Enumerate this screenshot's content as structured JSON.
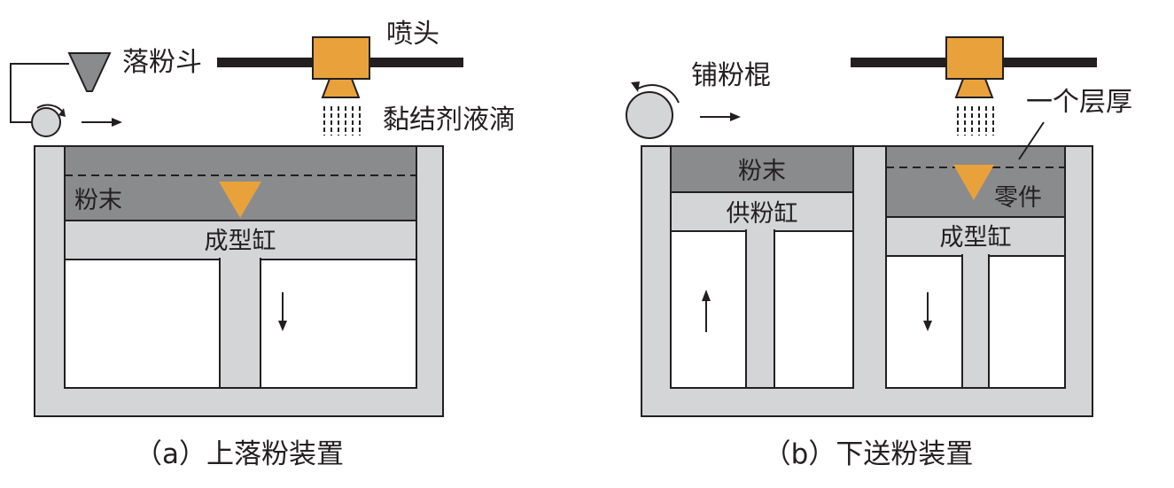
{
  "colors": {
    "powder": "#8a8b8d",
    "wall": "#d4d5d7",
    "outline": "#231f20",
    "nozzle": "#e9a23b",
    "background": "#ffffff"
  },
  "panel_a": {
    "hopper_label": "落粉斗",
    "nozzle_label": "喷头",
    "droplet_label": "黏结剂液滴",
    "powder_label": "粉末",
    "build_cylinder_label": "成型缸",
    "caption": "（a）上落粉装置"
  },
  "panel_b": {
    "roller_label": "铺粉棍",
    "layer_label": "一个层厚",
    "powder_label": "粉末",
    "part_label": "零件",
    "feed_cylinder_label": "供粉缸",
    "build_cylinder_label": "成型缸",
    "caption": "（b）下送粉装置"
  }
}
